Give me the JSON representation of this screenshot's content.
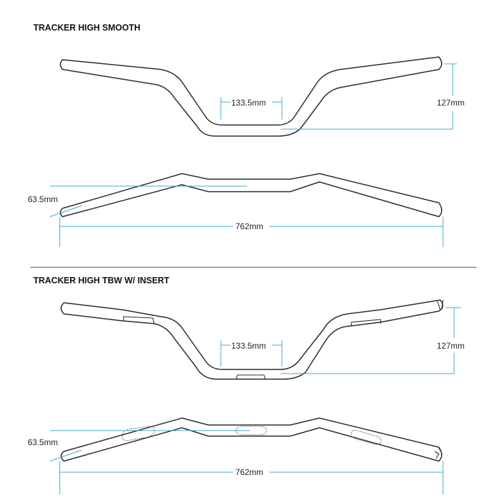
{
  "colors": {
    "dimension": "#3ea9d6",
    "outline": "#2b2b2b",
    "divider": "#444444"
  },
  "sections": [
    {
      "title": "TRACKER HIGH SMOOTH",
      "dims": {
        "rise_centre": "133.5mm",
        "height": "127mm",
        "pullback": "63.5mm",
        "width": "762mm"
      }
    },
    {
      "title": "TRACKER HIGH TBW W/ INSERT",
      "dims": {
        "rise_centre": "133.5mm",
        "height": "127mm",
        "pullback": "63.5mm",
        "width": "762mm"
      }
    }
  ]
}
